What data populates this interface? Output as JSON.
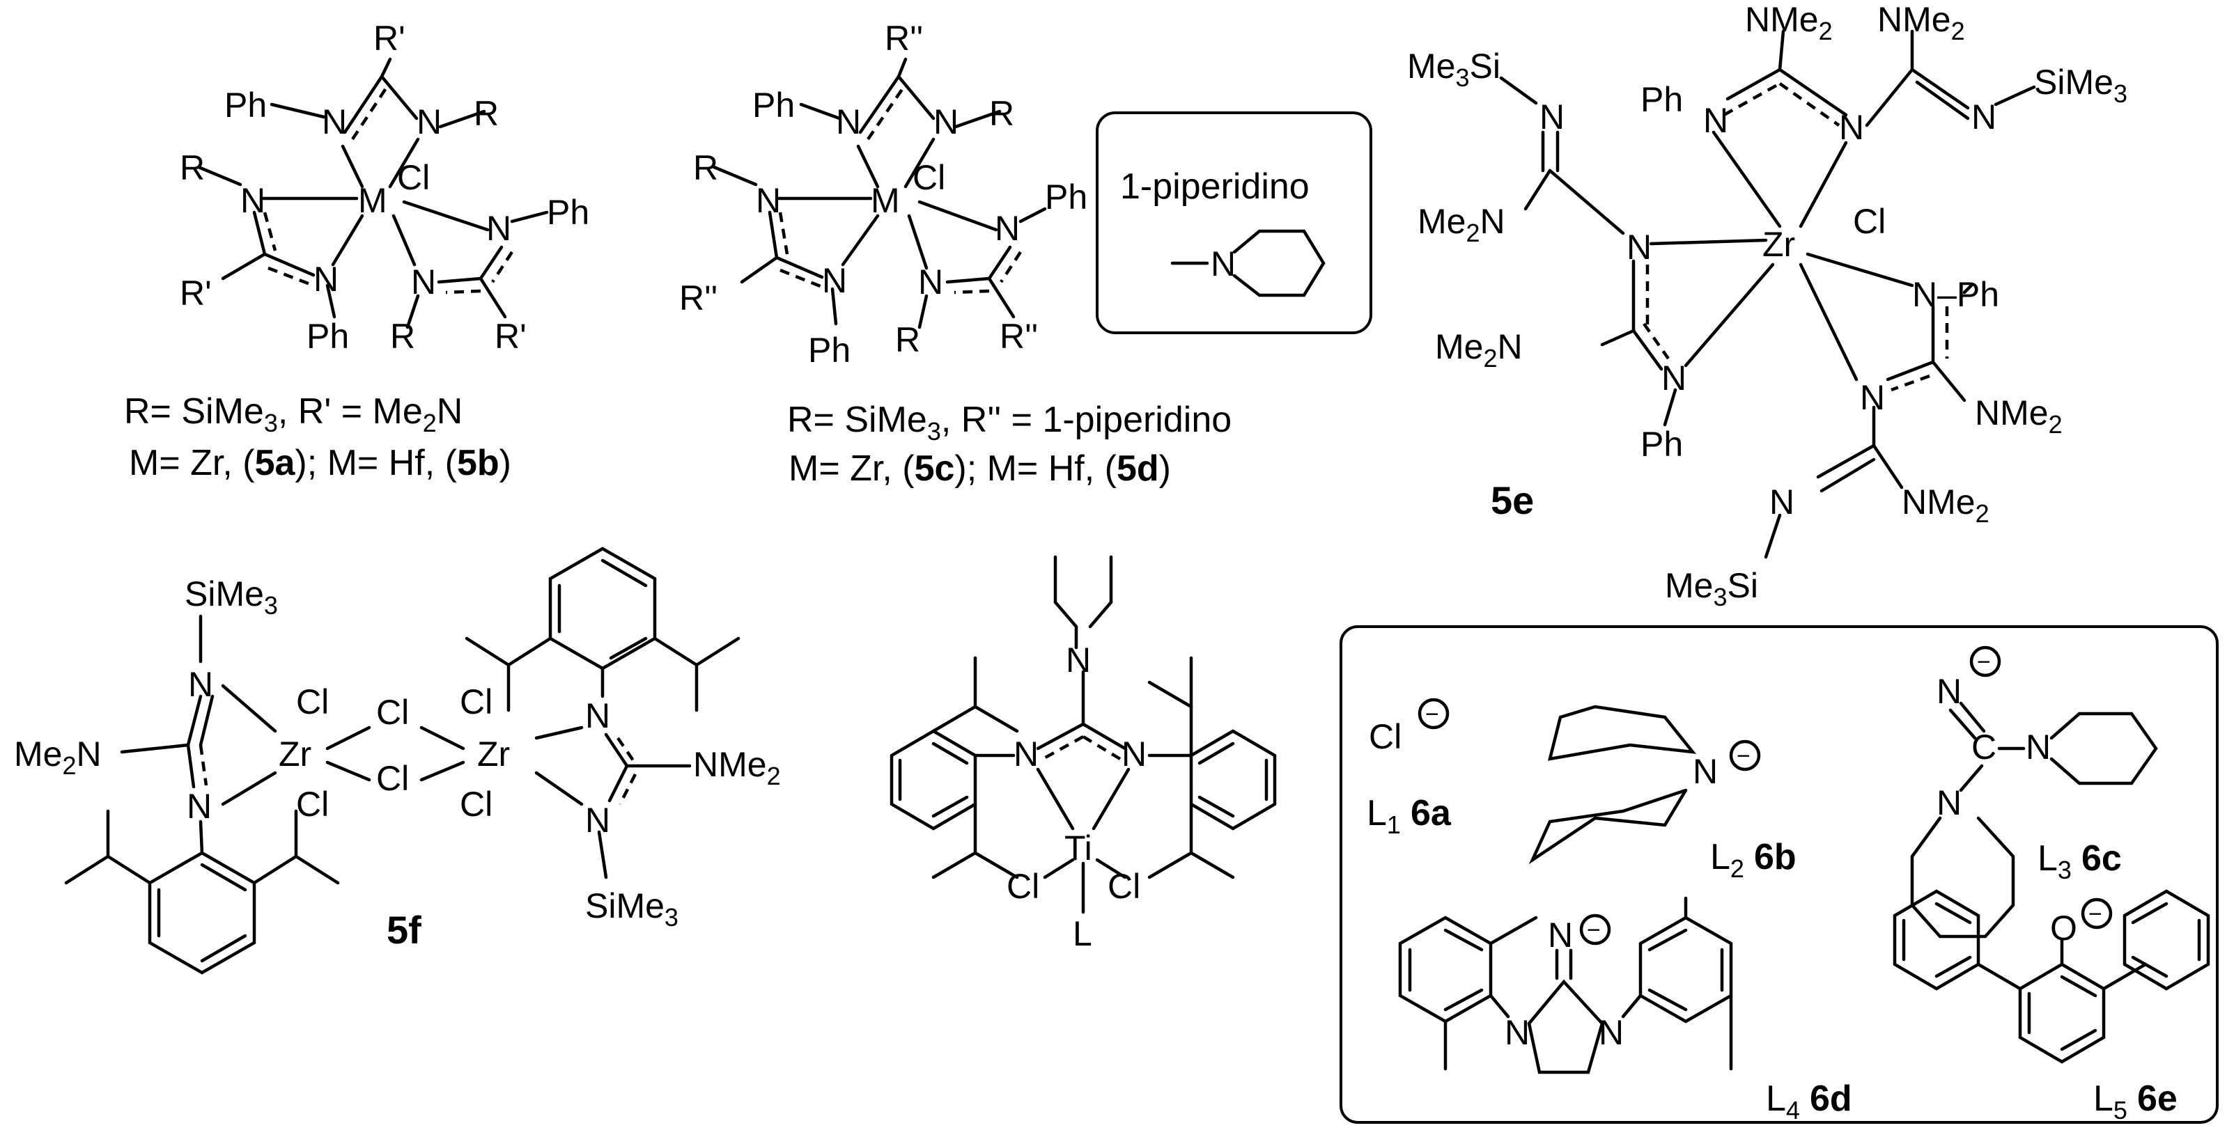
{
  "structures": {
    "s5ab": {
      "atoms": [
        "R'",
        "Ph",
        "N",
        "N",
        "R",
        "R",
        "N",
        "M",
        "Cl",
        "N",
        "Ph",
        "R'",
        "N",
        "N",
        "R'",
        "Ph",
        "R"
      ],
      "caption": {
        "line1_pre": "R= SiMe",
        "sub3": "3",
        "line1_mid": ", R' = Me",
        "sub2": "2",
        "line1_post": "N",
        "line2_pre": "M= Zr, (",
        "label_a": "5a",
        "line2_mid": "); M= Hf, (",
        "label_b": "5b",
        "line2_post": ")"
      }
    },
    "s5cd": {
      "atoms": [
        "R''",
        "Ph",
        "N",
        "N",
        "R",
        "R",
        "N",
        "M",
        "Cl",
        "N",
        "Ph",
        "R''",
        "N",
        "N",
        "R''",
        "Ph",
        "R"
      ],
      "caption": {
        "line1_pre": "R= SiMe",
        "sub3": "3",
        "line1_mid": ", R'' = 1-piperidino",
        "line2_pre": "M= Zr,  (",
        "label_c": "5c",
        "line2_mid": "); M= Hf, (",
        "label_d": "5d",
        "line2_post": ")"
      }
    },
    "piperidino_box": {
      "title": "1-piperidino",
      "atom": "N"
    },
    "s5e": {
      "label": "5e",
      "Me3Si": "Me",
      "Si": "Si",
      "NMe": "NMe",
      "Me2N": "Me",
      "Zr": "Zr",
      "Cl": "Cl",
      "N": "N",
      "Ph": "Ph",
      "sub2": "2",
      "sub3": "3"
    },
    "s5f": {
      "label": "5f",
      "SiMe": "SiMe",
      "sub3": "3",
      "sub2": "2",
      "Zr": "Zr",
      "Cl": "Cl",
      "N": "N",
      "Me2N": "Me",
      "NMe": "NMe"
    },
    "ti": {
      "Ti": "Ti",
      "Cl": "Cl",
      "L": "L",
      "N": "N"
    },
    "ligand_box": {
      "cl": "Cl",
      "L": "L",
      "L1": "1",
      "L1_label": "6a",
      "L2": "2",
      "L2_label": "6b",
      "L3": "3",
      "L3_label": "6c",
      "L4": "4",
      "L4_label": "6d",
      "L5": "5",
      "L5_label": "6e",
      "N": "N",
      "C": "C",
      "O": "O",
      "minus": "−"
    }
  },
  "colors": {
    "ink": "#000000",
    "background": "#ffffff"
  }
}
